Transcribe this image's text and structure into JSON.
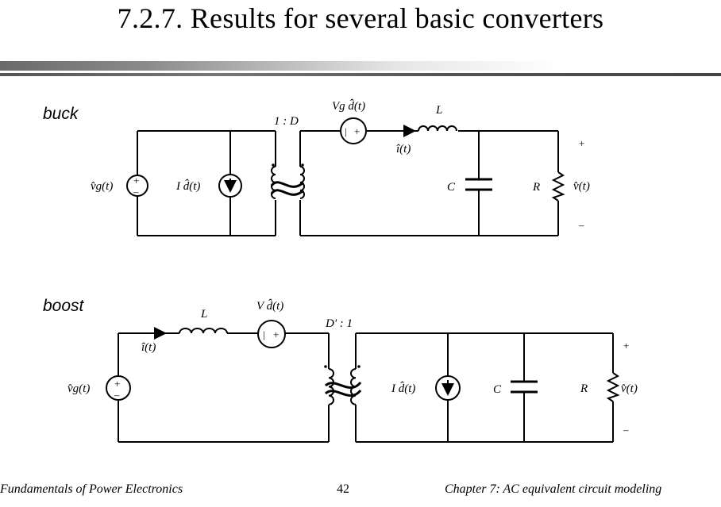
{
  "title": "7.2.7.  Results for several basic converters",
  "buck": {
    "label": "buck",
    "source_vg": "v̂g(t)",
    "current_source": "I d̂(t)",
    "transformer_ratio": "1 : D",
    "series_voltage_source": "Vg d̂(t)",
    "inductor": "L",
    "inductor_current": "î(t)",
    "capacitor": "C",
    "resistor": "R",
    "output_voltage": "v̂(t)",
    "plus": "+",
    "minus": "–"
  },
  "boost": {
    "label": "boost",
    "source_vg": "v̂g(t)",
    "inductor": "L",
    "inductor_current": "î(t)",
    "series_voltage_source": "V d̂(t)",
    "transformer_ratio": "D' : 1",
    "current_source": "I d̂(t)",
    "capacitor": "C",
    "resistor": "R",
    "output_voltage": "v̂(t)",
    "plus": "+",
    "minus": "–"
  },
  "footer": {
    "left": "Fundamentals of Power Electronics",
    "page": "42",
    "right": "Chapter 7: AC equivalent circuit modeling"
  }
}
